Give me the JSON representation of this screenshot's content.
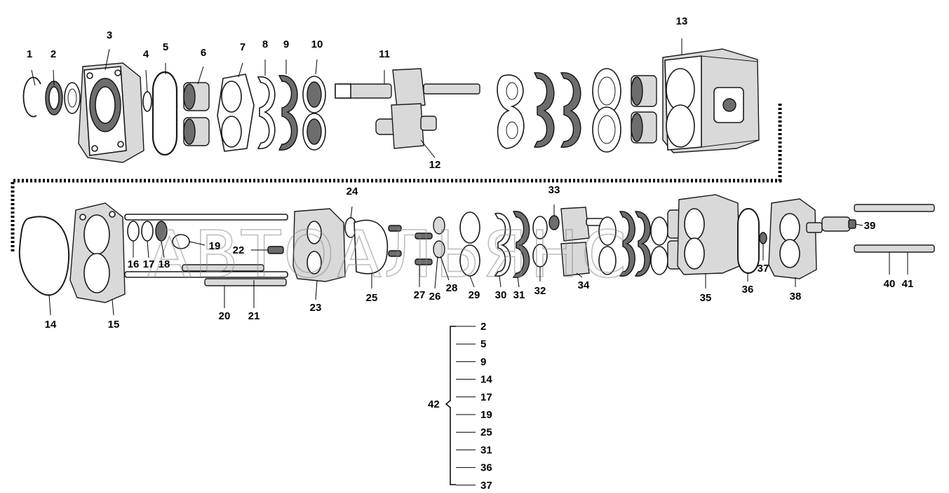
{
  "watermark": "АВТОАЛЬЯНС",
  "callouts": [
    "1",
    "2",
    "3",
    "4",
    "5",
    "6",
    "7",
    "8",
    "9",
    "10",
    "11",
    "12",
    "13",
    "14",
    "15",
    "16",
    "17",
    "18",
    "19",
    "20",
    "21",
    "22",
    "23",
    "24",
    "25",
    "26",
    "27",
    "28",
    "29",
    "30",
    "31",
    "32",
    "33",
    "34",
    "35",
    "36",
    "37",
    "38",
    "39",
    "40",
    "41"
  ],
  "kit": {
    "label": "42",
    "items": [
      "2",
      "5",
      "9",
      "14",
      "17",
      "19",
      "25",
      "31",
      "36",
      "37"
    ]
  }
}
